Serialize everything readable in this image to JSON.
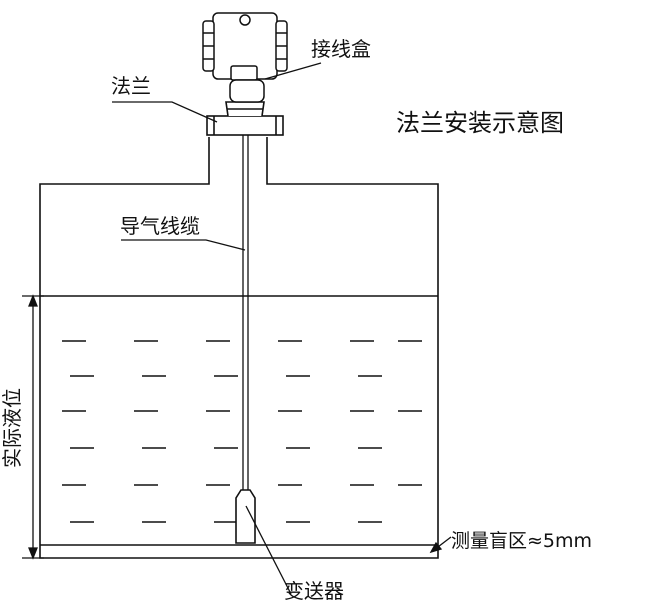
{
  "title": "法兰安装示意图",
  "labels": {
    "junction_box": "接线盒",
    "flange": "法兰",
    "cable": "导气线缆",
    "actual_level": "实际液位",
    "blind_zone": "测量盲区≈5mm",
    "transmitter": "变送器"
  },
  "colors": {
    "line": "#111111",
    "background": "#ffffff"
  }
}
